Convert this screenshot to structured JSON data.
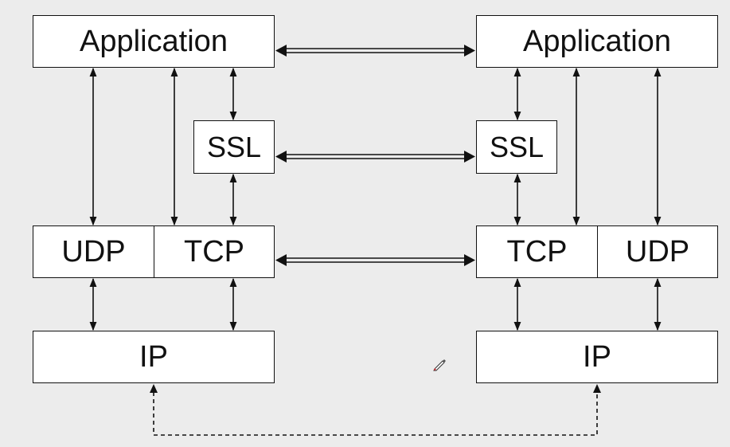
{
  "left": {
    "application": "Application",
    "ssl": "SSL",
    "udp": "UDP",
    "tcp": "TCP",
    "ip": "IP"
  },
  "right": {
    "application": "Application",
    "ssl": "SSL",
    "tcp": "TCP",
    "udp": "UDP",
    "ip": "IP"
  },
  "colors": {
    "background": "#ececec",
    "box_fill": "#ffffff",
    "line": "#111111",
    "cursor_accent": "#d9272e"
  }
}
